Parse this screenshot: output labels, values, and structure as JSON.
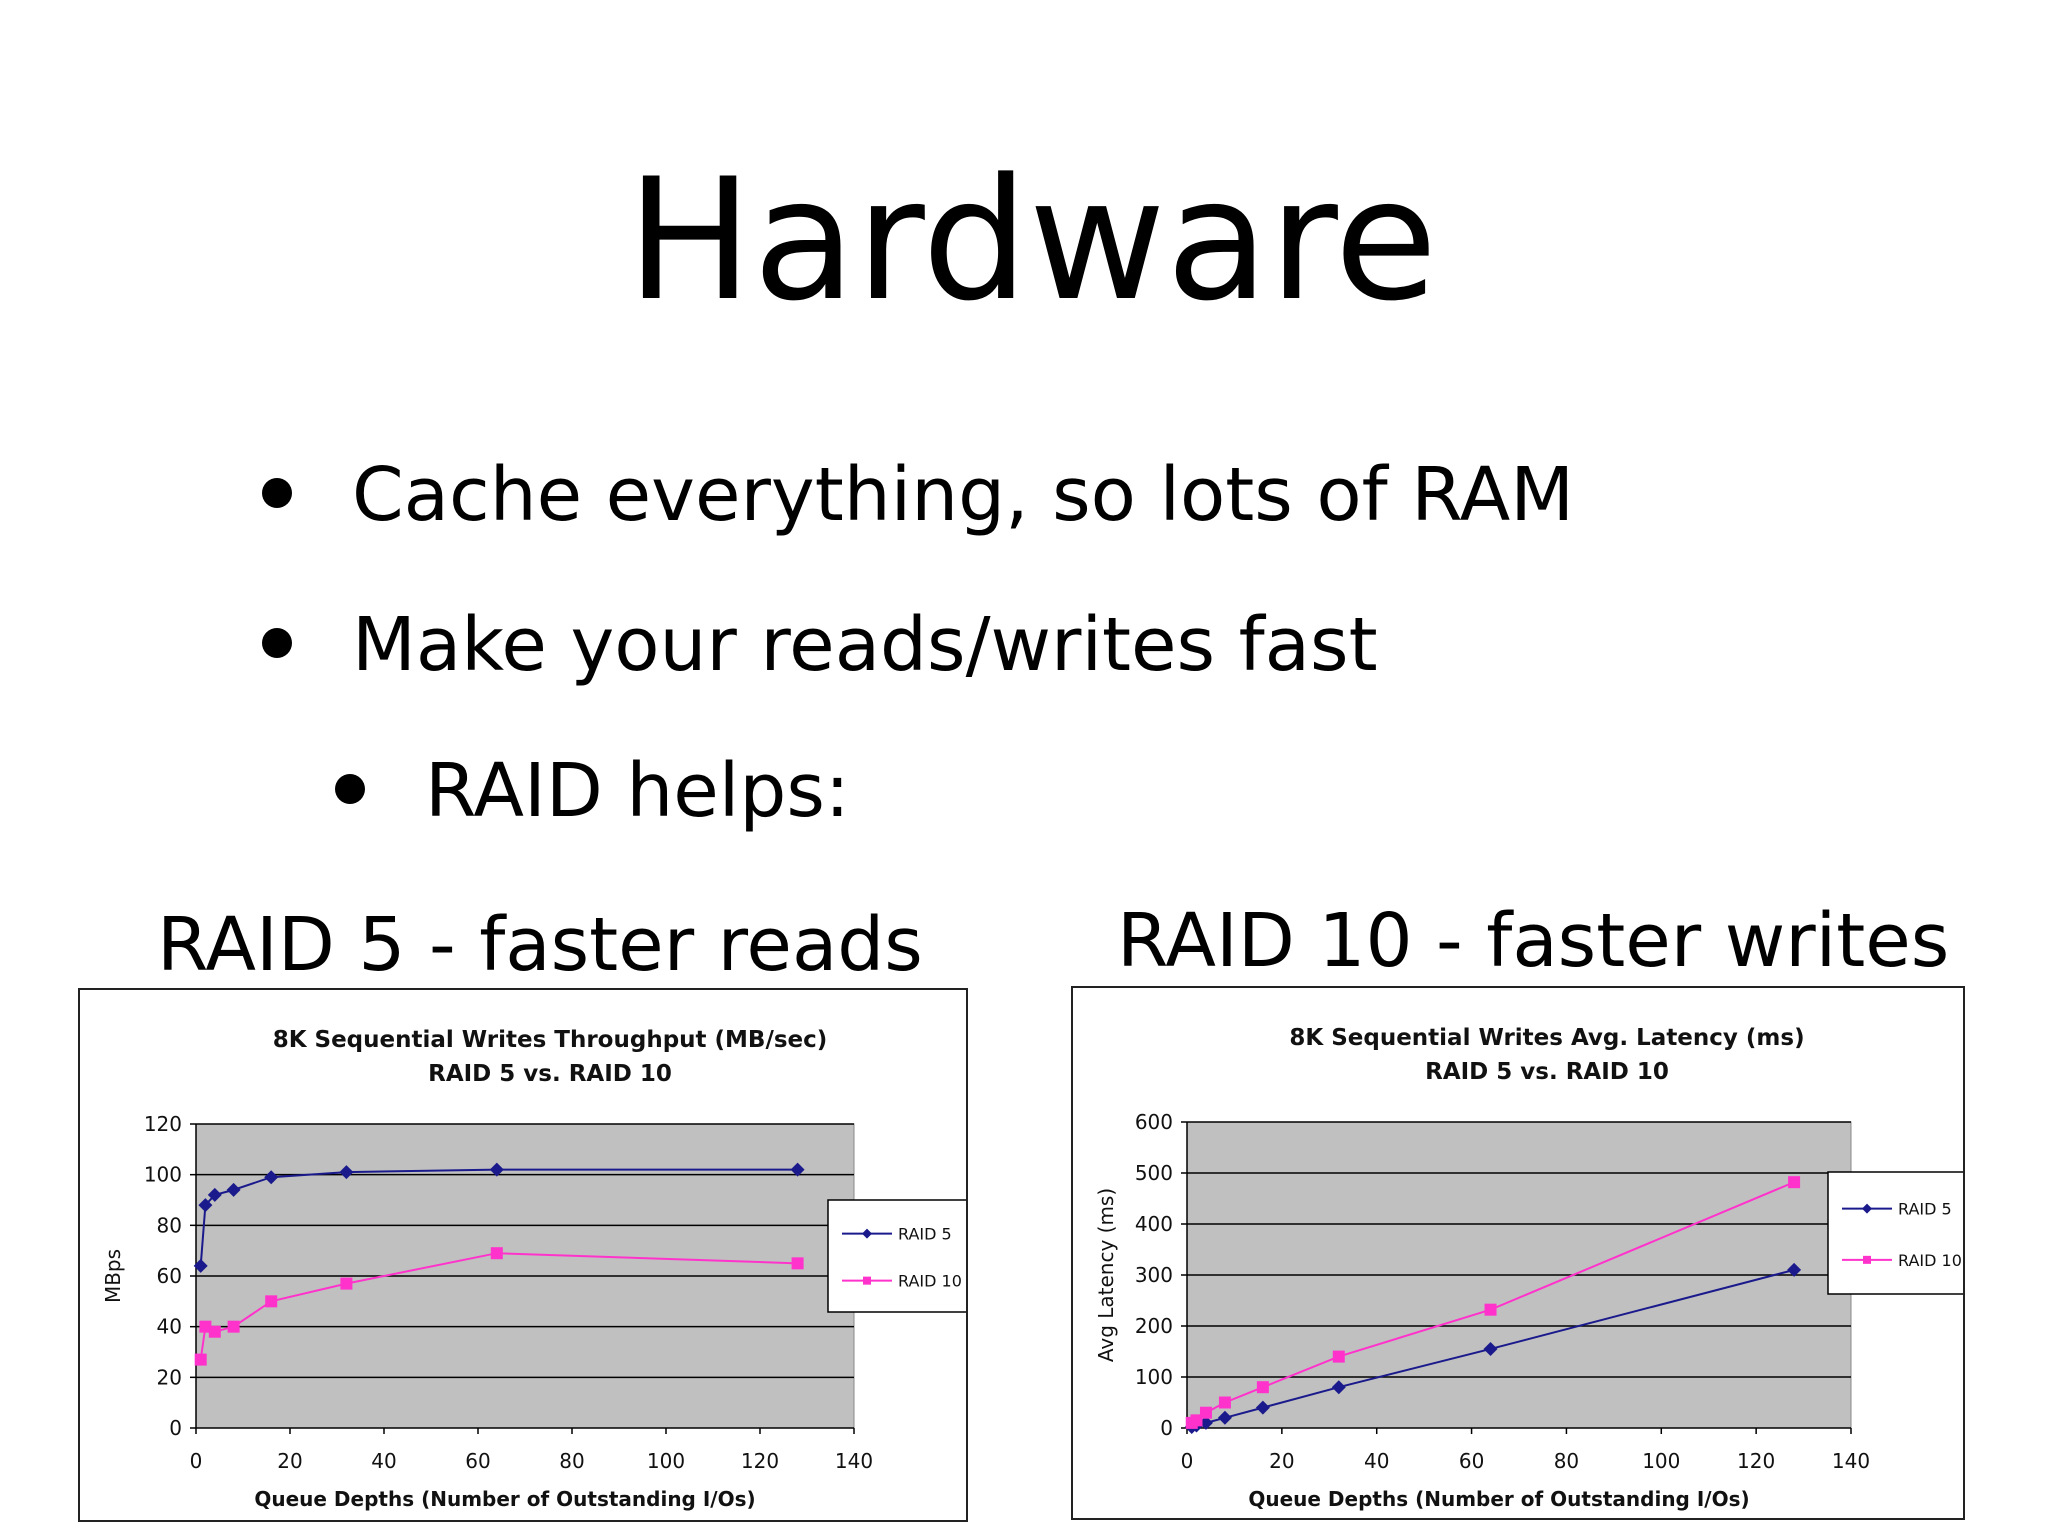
{
  "slide": {
    "title": "Hardware",
    "bullets": [
      "Cache everything, so lots of RAM",
      "Make your reads/writes fast",
      "RAID helps:"
    ],
    "left_heading": "RAID 5 - faster reads",
    "right_heading": "RAID 10 - faster writes"
  },
  "colors": {
    "raid5": "#1a1a8c",
    "raid10": "#ff33cc",
    "plot_bg": "#c0c0c0"
  },
  "chart_data": [
    {
      "type": "line",
      "title": "8K Sequential Writes Throughput (MB/sec)",
      "subtitle": "RAID 5 vs. RAID 10",
      "xlabel": "Queue Depths (Number of Outstanding I/Os)",
      "ylabel": "MBps",
      "xlim": [
        0,
        140
      ],
      "ylim": [
        0,
        120
      ],
      "xticks": [
        0,
        20,
        40,
        60,
        80,
        100,
        120,
        140
      ],
      "yticks": [
        0,
        20,
        40,
        60,
        80,
        100,
        120
      ],
      "grid": true,
      "legend": "right",
      "x": [
        1,
        2,
        4,
        8,
        16,
        32,
        64,
        128
      ],
      "series": [
        {
          "name": "RAID 5",
          "values": [
            64,
            88,
            92,
            94,
            99,
            101,
            102,
            102
          ]
        },
        {
          "name": "RAID 10",
          "values": [
            27,
            40,
            38,
            40,
            50,
            57,
            69,
            65
          ]
        }
      ]
    },
    {
      "type": "line",
      "title": "8K Sequential Writes Avg. Latency (ms)",
      "subtitle": "RAID 5 vs. RAID 10",
      "xlabel": "Queue Depths (Number of Outstanding I/Os)",
      "ylabel": "Avg Latency (ms)",
      "xlim": [
        0,
        140
      ],
      "ylim": [
        0,
        600
      ],
      "xticks": [
        0,
        20,
        40,
        60,
        80,
        100,
        120,
        140
      ],
      "yticks": [
        0,
        100,
        200,
        300,
        400,
        500,
        600
      ],
      "grid": true,
      "legend": "right",
      "x": [
        1,
        2,
        4,
        8,
        16,
        32,
        64,
        128
      ],
      "series": [
        {
          "name": "RAID 5",
          "values": [
            2,
            5,
            10,
            20,
            40,
            80,
            155,
            310
          ]
        },
        {
          "name": "RAID 10",
          "values": [
            10,
            15,
            30,
            50,
            80,
            140,
            232,
            482
          ]
        }
      ]
    }
  ]
}
